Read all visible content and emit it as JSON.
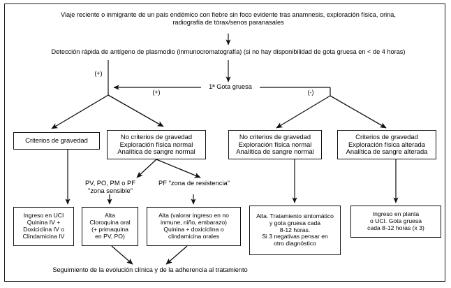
{
  "diagram": {
    "title": "Algoritmo de manejo de fiebre en viajero procedente de pais endemico (paludismo)",
    "line_color": "#111111",
    "text_color": "#000000",
    "background": "#ffffff"
  },
  "header": {
    "step1": "Viaje reciente o inmigrante de un país endémico con fiebre sin foco evidente tras anamnesis, exploración física, orina,\nradiografía de tórax/senos paranasales",
    "step2": "Detección rápida de antígeno de plasmodio (inmunocromatografía) (si no hay disponibilidad de gota gruesa en < de 4 horas)",
    "step3": "1ª Gota gruesa"
  },
  "edge_labels": {
    "antigen_positive": "(+)",
    "thick_smear_positive": "(+)",
    "thick_smear_negative": "(-)"
  },
  "assessment_boxes": [
    {
      "id": "severity-criteria-left",
      "text": "Criterios de gravedad"
    },
    {
      "id": "no-severity-criteria-left",
      "text": "No criterios de gravedad\nExploración física normal\nAnalítica de sangre normal"
    },
    {
      "id": "no-severity-criteria-right",
      "text": "No criterios de gravedad\nExploración física normal\nAnalítica de sangre normal"
    },
    {
      "id": "severity-criteria-right",
      "text": "Criterios de gravedad\nExploración física alterada\nAnalítica de sangre alterada"
    }
  ],
  "species_labels": [
    {
      "id": "sensitive-zone",
      "text": "PV, PO, PM o PF\n\"zona sensible\""
    },
    {
      "id": "resistance-zone",
      "text": "PF \"zona de resistencia\""
    }
  ],
  "treatment_boxes": [
    {
      "id": "icu-admission",
      "text": "Ingreso en UCI\nQuinina IV +\nDoxiciclina IV o\nClindamicina IV"
    },
    {
      "id": "discharge-chloroquine",
      "text": "Alta\nCloroquina oral\n(+ primaquina\nen PV, PO)"
    },
    {
      "id": "discharge-quinine-oral",
      "text": "Alta (valorar ingreso en no\ninmune, niño, embarazo)\nQuinina + doxiciclina o\nclindamicina orales"
    },
    {
      "id": "discharge-symptomatic",
      "text": "Alta. Tratamiento sintomático\ny gota gruesa cada\n8-12 horas.\nSi 3 negativas pensar en\notro diagnóstico"
    },
    {
      "id": "ward-or-icu-admission",
      "text": "Ingreso en planta\no UCI. Gota gruesa\ncada 8-12 horas (x 3)"
    }
  ],
  "footer": {
    "followup": "Seguimiento de la evolución clínica y de la adherencia al tratamiento"
  }
}
